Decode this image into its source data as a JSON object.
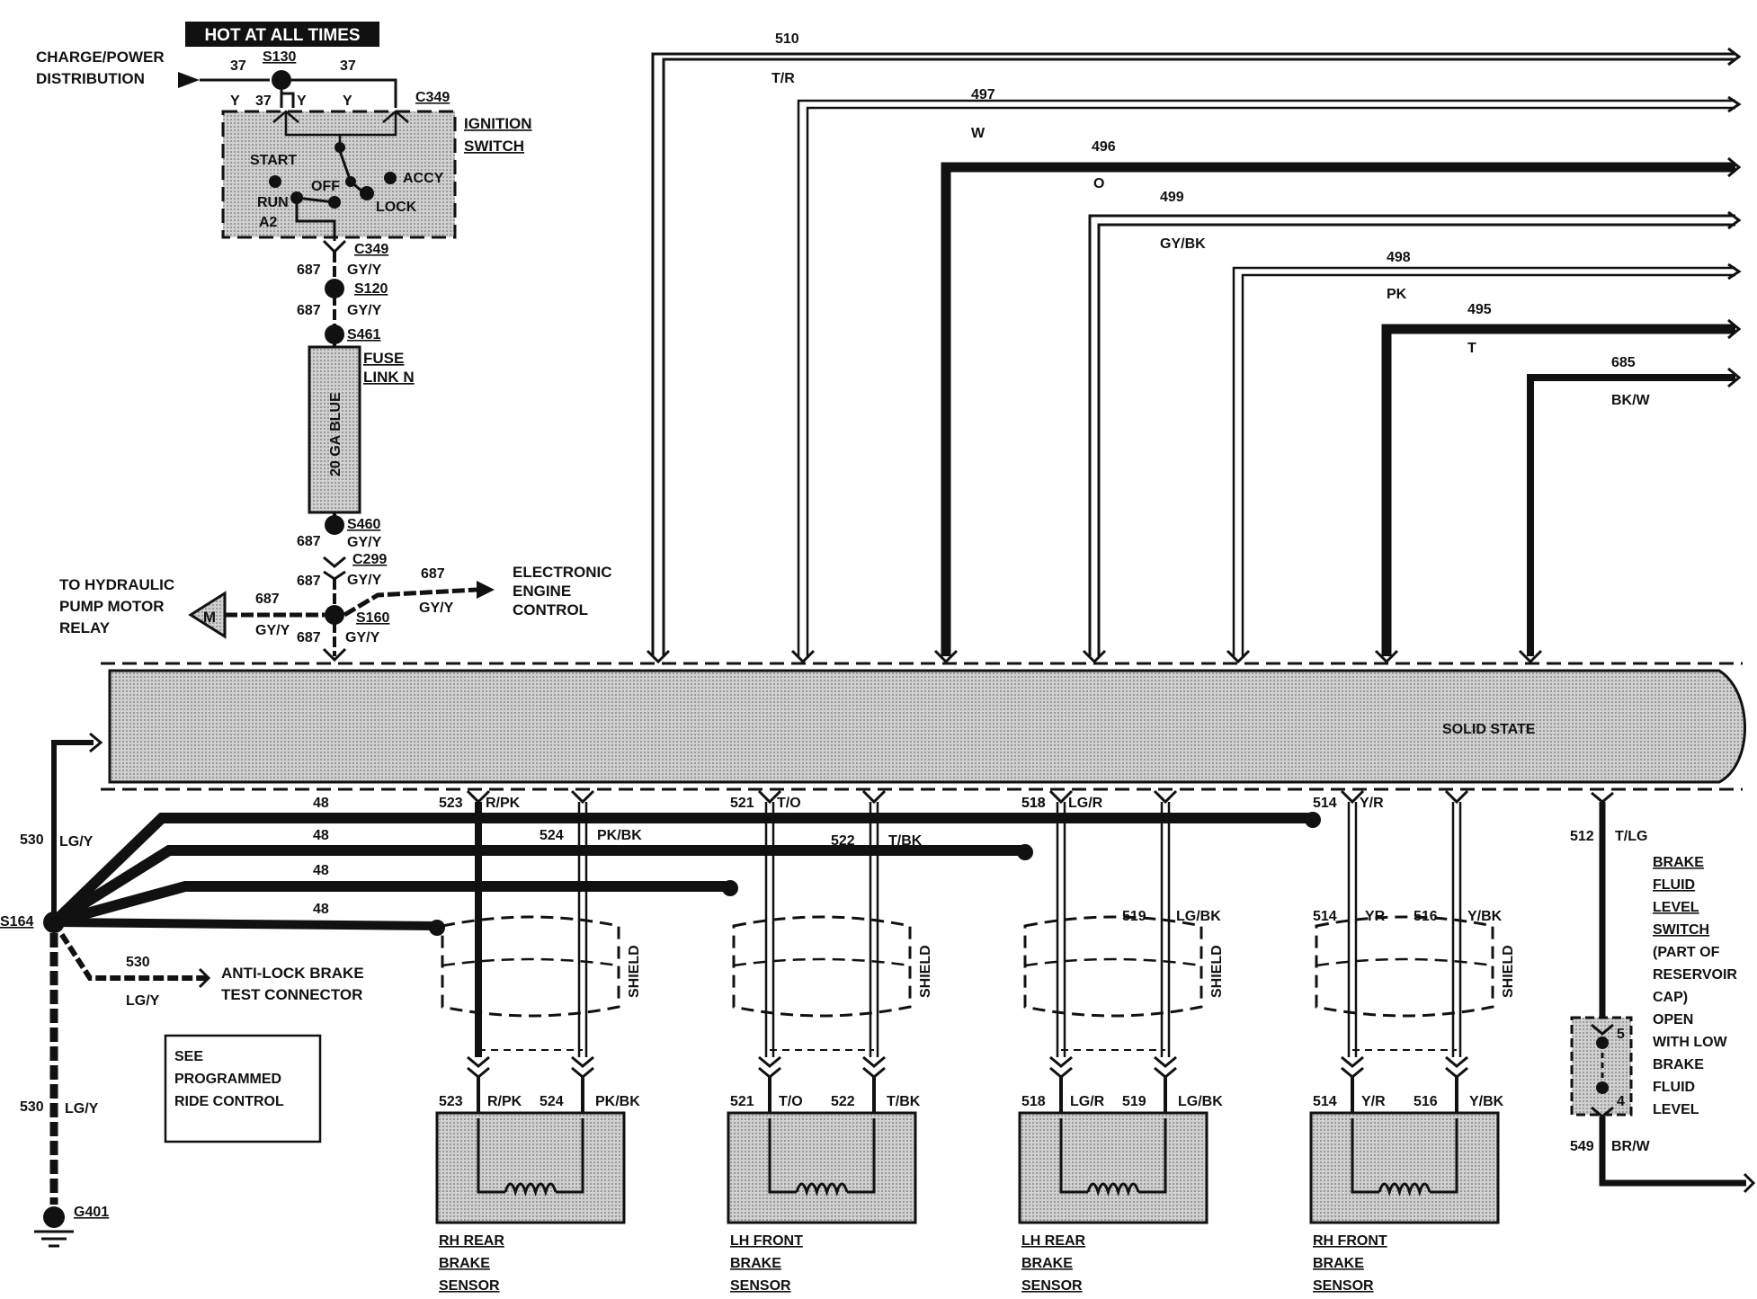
{
  "header": {
    "hot_label": "HOT AT ALL TIMES"
  },
  "power": {
    "source_line1": "CHARGE/POWER",
    "source_line2": "DISTRIBUTION",
    "wire": "37",
    "color": "Y",
    "splice": "S130",
    "connector": "C349"
  },
  "ignition": {
    "title1": "IGNITION",
    "title2": "SWITCH",
    "positions": [
      "START",
      "OFF",
      "ACCY",
      "RUN",
      "LOCK",
      "A2"
    ]
  },
  "feed": {
    "wire": "687",
    "color": "GY/Y",
    "connector_c349": "C349",
    "splice_s120": "S120",
    "splice_s461": "S461",
    "fuse_title1": "FUSE",
    "fuse_title2": "LINK N",
    "fuse_gauge": "20 GA BLUE",
    "splice_s460": "S460",
    "connector_c299": "C299",
    "splice_s160": "S160"
  },
  "left_outputs": {
    "hydraulic1": "TO HYDRAULIC",
    "hydraulic2": "PUMP MOTOR",
    "hydraulic3": "RELAY",
    "motor": "M",
    "eec1": "ELECTRONIC",
    "eec2": "ENGINE",
    "eec3": "CONTROL"
  },
  "top_wires": [
    {
      "num": "510",
      "color": "T/R"
    },
    {
      "num": "497",
      "color": "W"
    },
    {
      "num": "496",
      "color": "O"
    },
    {
      "num": "499",
      "color": "GY/BK"
    },
    {
      "num": "498",
      "color": "PK"
    },
    {
      "num": "495",
      "color": "T"
    },
    {
      "num": "685",
      "color": "BK/W"
    }
  ],
  "module": {
    "label": "SOLID STATE"
  },
  "ground_side": {
    "wire": "530",
    "color": "LG/Y",
    "splice": "S164",
    "shield_wire": "48",
    "test_label1": "ANTI-LOCK BRAKE",
    "test_label2": "TEST CONNECTOR",
    "ground": "G401",
    "see1": "SEE",
    "see2": "PROGRAMMED",
    "see3": "RIDE CONTROL"
  },
  "shield_label": "SHIELD",
  "sensors": [
    {
      "w1": "523",
      "c1": "R/PK",
      "w2": "524",
      "c2": "PK/BK",
      "name1": "RH REAR",
      "name2": "BRAKE",
      "name3": "SENSOR"
    },
    {
      "w1": "521",
      "c1": "T/O",
      "w2": "522",
      "c2": "T/BK",
      "name1": "LH FRONT",
      "name2": "BRAKE",
      "name3": "SENSOR"
    },
    {
      "w1": "518",
      "c1": "LG/R",
      "w2": "519",
      "c2": "LG/BK",
      "name1": "LH REAR",
      "name2": "BRAKE",
      "name3": "SENSOR"
    },
    {
      "w1": "514",
      "c1": "Y/R",
      "w2": "516",
      "c2": "Y/BK",
      "name1": "RH FRONT",
      "name2": "BRAKE",
      "name3": "SENSOR"
    }
  ],
  "sensor_upper_colors": {
    "c514": "YR"
  },
  "fluid": {
    "wire": "512",
    "color": "T/LG",
    "pins": [
      "5",
      "4"
    ],
    "text": [
      "BRAKE",
      "FLUID",
      "LEVEL",
      "SWITCH",
      "(PART OF",
      "RESERVOIR",
      "CAP)",
      "OPEN",
      "WITH LOW",
      "BRAKE",
      "FLUID",
      "LEVEL"
    ],
    "out_wire": "549",
    "out_color": "BR/W"
  },
  "colors": {
    "ink": "#111111",
    "module_fill": "#bdbdbd",
    "box_fill": "#c8c8c8",
    "paper": "#ffffff"
  }
}
